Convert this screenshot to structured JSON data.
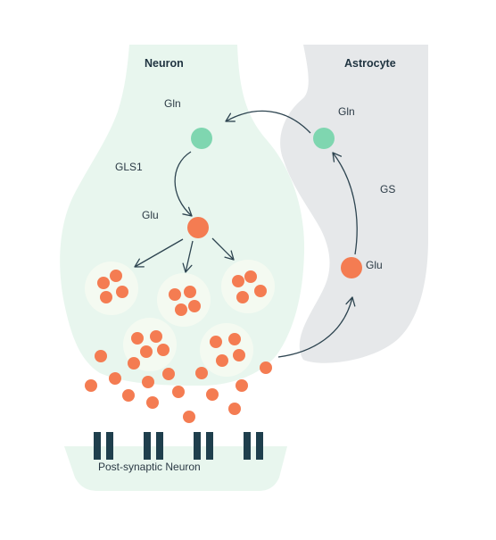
{
  "labels": {
    "neuron": "Neuron",
    "astrocyte": "Astrocyte",
    "gln_neuron": "Gln",
    "gln_astrocyte": "Gln",
    "gls1": "GLS1",
    "gs": "GS",
    "glu_neuron": "Glu",
    "glu_astrocyte": "Glu",
    "post_synaptic": "Post-synaptic Neuron"
  },
  "colors": {
    "neuron_fill": "#e8f6ee",
    "astrocyte_fill": "#e6e8ea",
    "post_synaptic_fill": "#e8f6ee",
    "vesicle_fill": "#f4faf1",
    "glutamate": "#f47c52",
    "glutamine": "#7fd6b0",
    "receptor": "#1f3f4d",
    "arrow": "#2d4450",
    "text": "#2b3a45"
  }
}
